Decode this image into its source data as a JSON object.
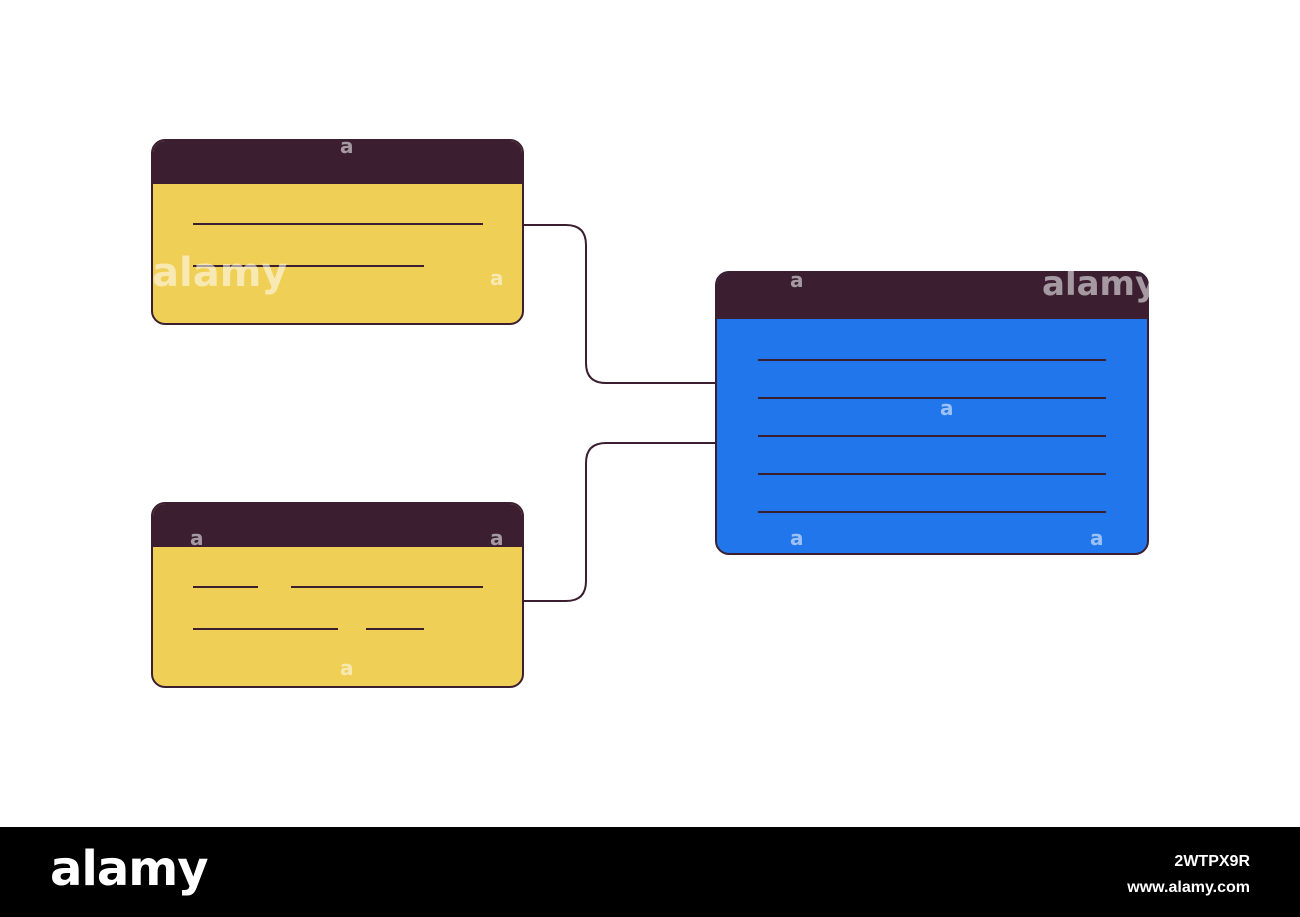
{
  "diagram": {
    "colors": {
      "outline": "#3b1f31",
      "header_bar": "#3b1f31",
      "source_card_fill": "#efcf55",
      "target_card_fill": "#2276eb",
      "background": "#ffffff"
    },
    "cards": [
      {
        "name": "source-card-top",
        "fill": "yellow",
        "text_line_count": 2
      },
      {
        "name": "source-card-bottom",
        "fill": "yellow",
        "text_line_count": 4
      },
      {
        "name": "target-card",
        "fill": "blue",
        "text_line_count": 5
      }
    ],
    "connections": [
      {
        "from": "source-card-top",
        "to": "target-card"
      },
      {
        "from": "source-card-bottom",
        "to": "target-card"
      }
    ]
  },
  "watermark": {
    "logo_text": "alamy",
    "glyph": "a",
    "image_id": "2WTPX9R",
    "site": "www.alamy.com"
  }
}
